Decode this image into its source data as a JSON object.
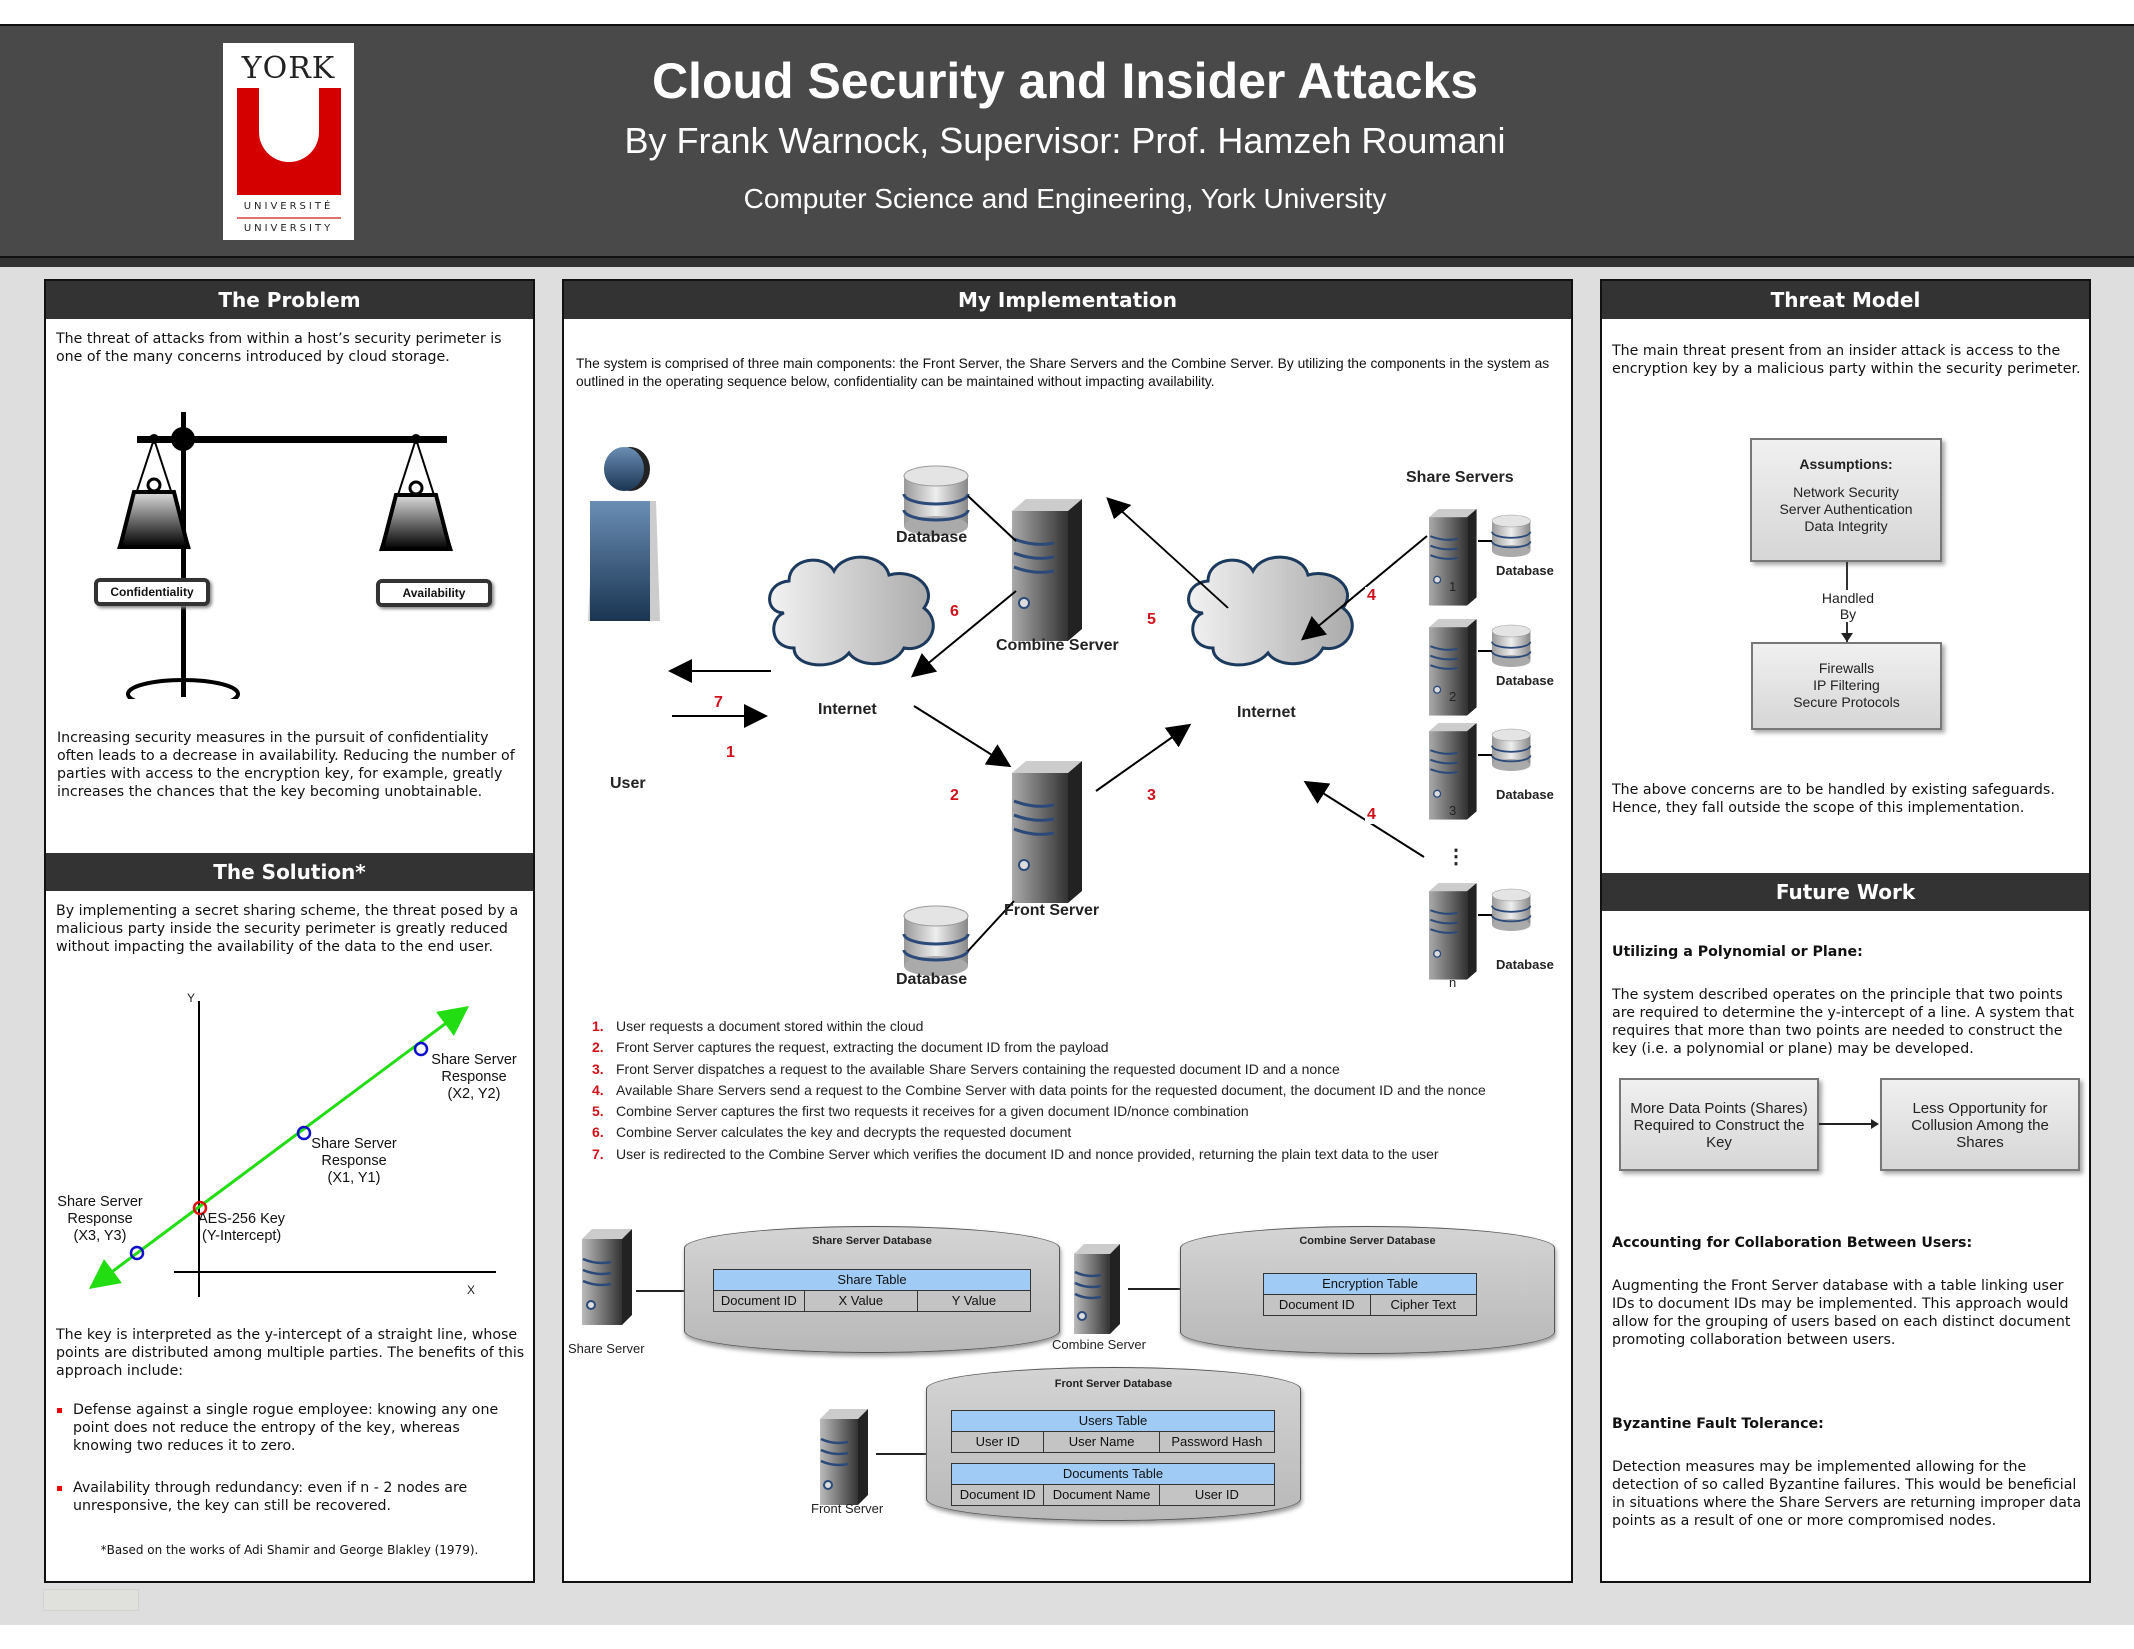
{
  "header": {
    "title": "Cloud Security and Insider Attacks",
    "subtitle": "By Frank Warnock, Supervisor: Prof. Hamzeh Roumani",
    "affiliation": "Computer Science and Engineering, York University",
    "logo": {
      "top": "YORK",
      "letter": "U",
      "line1": "UNIVERSITÉ",
      "line2": "UNIVERSITY",
      "brand_color": "#d40000"
    }
  },
  "problem": {
    "title": "The Problem",
    "intro": "The threat of attacks from within a host’s security perimeter is one of the many concerns introduced by cloud storage.",
    "scale_left_label": "Confidentiality",
    "scale_right_label": "Availability",
    "body": "Increasing security measures in the pursuit of confidentiality often leads to a decrease in availability. Reducing the number of parties with access to the encryption key, for example, greatly increases the chances that the key becoming unobtainable."
  },
  "solution": {
    "title": "The Solution*",
    "intro": "By implementing a secret sharing scheme, the threat posed by a malicious party inside the security perimeter is greatly reduced without impacting the availability of the data to the end user.",
    "graph": {
      "x_axis": "X",
      "y_axis": "Y",
      "points": [
        {
          "label_line1": "Share Server",
          "label_line2": "Response",
          "label_line3": "(X2, Y2)"
        },
        {
          "label_line1": "Share Server",
          "label_line2": "Response",
          "label_line3": "(X1, Y1)"
        },
        {
          "label_line1": "Share Server",
          "label_line2": "Response",
          "label_line3": "(X3, Y3)"
        }
      ],
      "intercept_line1": "AES-256 Key",
      "intercept_line2": "(Y-Intercept)",
      "line_color": "#22dd11",
      "point_color": "#1010cc",
      "intercept_color": "#dd1111"
    },
    "body": "The key is interpreted as the y-intercept of a straight line, whose points are distributed among multiple parties. The benefits of this approach include:",
    "bullets": [
      "Defense against a single rogue employee: knowing any one point does not reduce the entropy of the key, whereas knowing two reduces it to zero.",
      "Availability through redundancy: even if n - 2 nodes are unresponsive, the key can still be recovered."
    ],
    "footnote": "*Based on the works of Adi Shamir and George Blakley (1979)."
  },
  "implementation": {
    "title": "My Implementation",
    "intro": "The system is comprised of three main components: the Front Server,  the Share Servers and the Combine Server. By utilizing the components in the system as outlined in the operating sequence below, confidentiality can be maintained without impacting availability.",
    "diagram": {
      "user": "User",
      "internet": "Internet",
      "combine_server": "Combine Server",
      "front_server": "Front Server",
      "database": "Database",
      "share_servers": "Share Servers",
      "share_ids": [
        "1",
        "2",
        "3",
        "n"
      ],
      "ellipsis": "⋮",
      "arrow_numbers": [
        "1",
        "2",
        "3",
        "4",
        "4",
        "5",
        "6",
        "7"
      ]
    },
    "steps": [
      {
        "n": "1.",
        "text": "User requests a document stored within the cloud"
      },
      {
        "n": "2.",
        "text": "Front Server captures the request, extracting the document ID from the payload"
      },
      {
        "n": "3.",
        "text": "Front Server dispatches a request to the available Share Servers containing the requested document ID and a nonce"
      },
      {
        "n": "4.",
        "text": "Available Share Servers send a request to the Combine Server with data points for the requested document, the document ID and the nonce"
      },
      {
        "n": "5.",
        "text": "Combine Server captures the first two requests it receives for a given document ID/nonce combination"
      },
      {
        "n": "6.",
        "text": "Combine Server calculates the key and decrypts the requested document"
      },
      {
        "n": "7.",
        "text": "User is redirected to the Combine Server which verifies the document ID and nonce provided, returning the plain text data to the user"
      }
    ],
    "databases": {
      "share": {
        "server": "Share Server",
        "db": "Share Server Database",
        "tables": [
          {
            "name": "Share Table",
            "columns": [
              "Document ID",
              "X Value",
              "Y Value"
            ]
          }
        ]
      },
      "combine": {
        "server": "Combine Server",
        "db": "Combine Server Database",
        "tables": [
          {
            "name": "Encryption Table",
            "columns": [
              "Document ID",
              "Cipher Text"
            ]
          }
        ]
      },
      "front": {
        "server": "Front Server",
        "db": "Front Server Database",
        "tables": [
          {
            "name": "Users Table",
            "columns": [
              "User ID",
              "User Name",
              "Password Hash"
            ]
          },
          {
            "name": "Documents Table",
            "columns": [
              "Document ID",
              "Document Name",
              "User ID"
            ]
          }
        ]
      }
    }
  },
  "threat_model": {
    "title": "Threat Model",
    "intro": "The main threat present from an insider attack is access to the encryption key by a malicious party within the security perimeter.",
    "assumptions_title": "Assumptions:",
    "assumptions": [
      "Network Security",
      "Server Authentication",
      "Data Integrity"
    ],
    "handled_by": "Handled By",
    "safeguards": [
      "Firewalls",
      "IP Filtering",
      "Secure Protocols"
    ],
    "body": "The above concerns are to be handled by existing safeguards. Hence, they fall outside the scope of this implementation."
  },
  "future_work": {
    "title": "Future Work",
    "sections": [
      {
        "heading": "Utilizing a Polynomial or Plane:",
        "text": "The system described operates on the principle that two points are required to determine the y-intercept of a line. A system that requires that more than two points are needed to construct the key (i.e. a polynomial or plane) may be developed."
      },
      {
        "heading": "Accounting for Collaboration Between Users:",
        "text": "Augmenting the Front Server database with a table linking user IDs to document IDs may be implemented. This approach would allow for the grouping of users based on each distinct document promoting collaboration between users."
      },
      {
        "heading": "Byzantine Fault Tolerance:",
        "text": "Detection measures may be implemented allowing for the detection of so called Byzantine failures. This would be beneficial in situations where the Share Servers are returning improper data points as a result of one or more compromised nodes."
      }
    ],
    "flow_left": "More Data Points (Shares) Required to Construct the Key",
    "flow_right": "Less Opportunity for Collusion Among the Shares"
  }
}
